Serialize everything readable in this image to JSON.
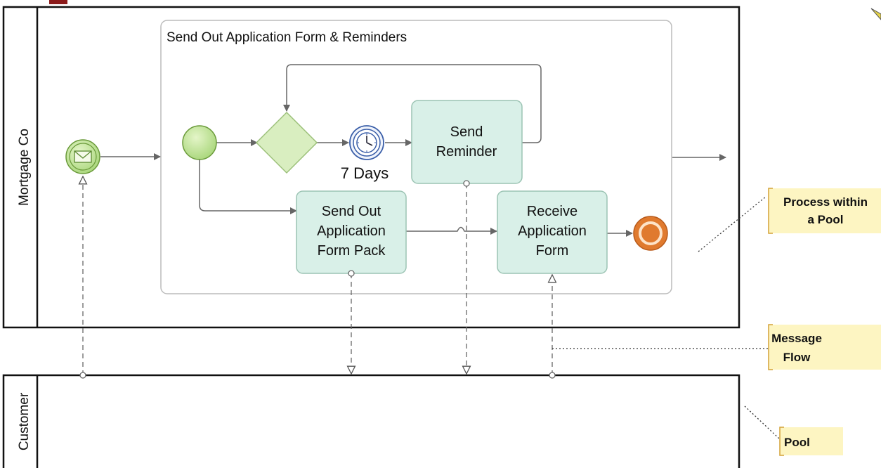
{
  "pools": {
    "mortgage": {
      "label": "Mortgage Co"
    },
    "customer": {
      "label": "Customer"
    }
  },
  "subprocess": {
    "title": "Send Out Application Form & Reminders"
  },
  "tasks": {
    "send_out_pack": {
      "lines": [
        "Send Out",
        "Application",
        "Form Pack"
      ]
    },
    "send_reminder": {
      "lines": [
        "Send",
        "Reminder"
      ]
    },
    "receive_form": {
      "lines": [
        "Receive",
        "Application",
        "Form"
      ]
    }
  },
  "timer": {
    "label": "7 Days"
  },
  "annotations": {
    "process_within_pool": {
      "lines": [
        "Process within",
        "a Pool"
      ]
    },
    "message_flow": {
      "lines": [
        "Message",
        "Flow"
      ]
    },
    "pool": {
      "lines": [
        "Pool"
      ]
    }
  },
  "colors": {
    "task_fill": "#d9f0e8",
    "event_fill": "#c8e6a0",
    "end_event": "#e07a2e",
    "note_fill": "#fdf5c2",
    "note_border": "#d4a237"
  }
}
